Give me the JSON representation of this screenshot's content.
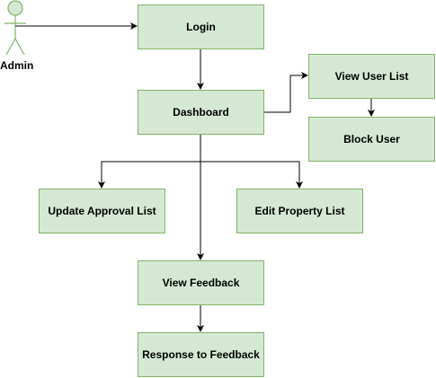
{
  "actor": {
    "label": "Admin",
    "icon": "stick-figure-icon"
  },
  "nodes": {
    "login": "Login",
    "dashboard": "Dashboard",
    "view_user_list": "View User List",
    "block_user": "Block User",
    "update_approval_list": "Update Approval List",
    "edit_property_list": "Edit Property List",
    "view_feedback": "View Feedback",
    "response_to_feedback": "Response to Feedback"
  },
  "colors": {
    "box_fill": "#d5e8d4",
    "box_border": "#82b366",
    "line": "#000000"
  }
}
